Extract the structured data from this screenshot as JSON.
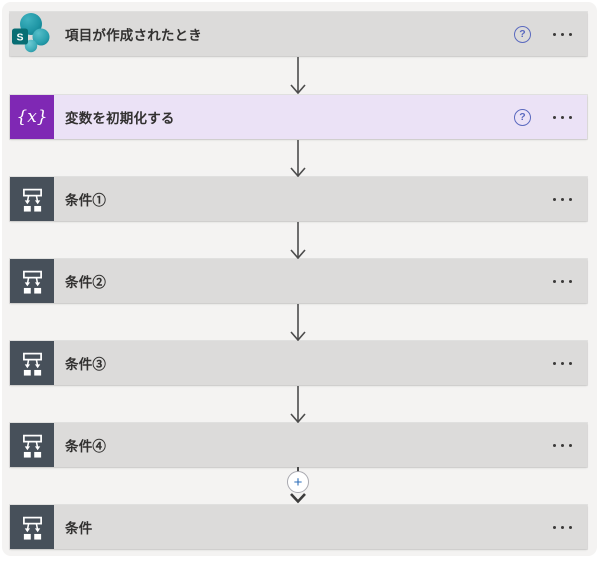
{
  "flow": {
    "nodes": [
      {
        "label": "項目が作成されたとき",
        "icon": "sharepoint-icon",
        "has_help": true,
        "has_menu": true
      },
      {
        "label": "変数を初期化する",
        "icon": "variable-icon",
        "has_help": true,
        "has_menu": true
      },
      {
        "label": "条件①",
        "icon": "condition-icon",
        "has_help": false,
        "has_menu": true
      },
      {
        "label": "条件②",
        "icon": "condition-icon",
        "has_help": false,
        "has_menu": true
      },
      {
        "label": "条件③",
        "icon": "condition-icon",
        "has_help": false,
        "has_menu": true
      },
      {
        "label": "条件④",
        "icon": "condition-icon",
        "has_help": false,
        "has_menu": true
      },
      {
        "label": "条件",
        "icon": "condition-icon",
        "has_help": false,
        "has_menu": true
      }
    ]
  },
  "icons": {
    "help": "?",
    "plus": "+",
    "variable": "{x}",
    "sharepoint_letter": "S",
    "more_options": "ellipsis-horizontal-dots",
    "connector": "down-arrow"
  },
  "colors": {
    "canvas_bg": "#f4f3f2",
    "card_gray": "#dcdbda",
    "card_lavender": "#ebe2f6",
    "condition_tile": "#47505a",
    "variable_tile": "#7f28b4",
    "sharepoint_teal": "#2096a5",
    "sharepoint_square": "#086e74",
    "help_blue": "#5b6abf",
    "plus_blue": "#2b6cb8",
    "arrow_gray": "#4c4c4c",
    "text": "#323130"
  }
}
